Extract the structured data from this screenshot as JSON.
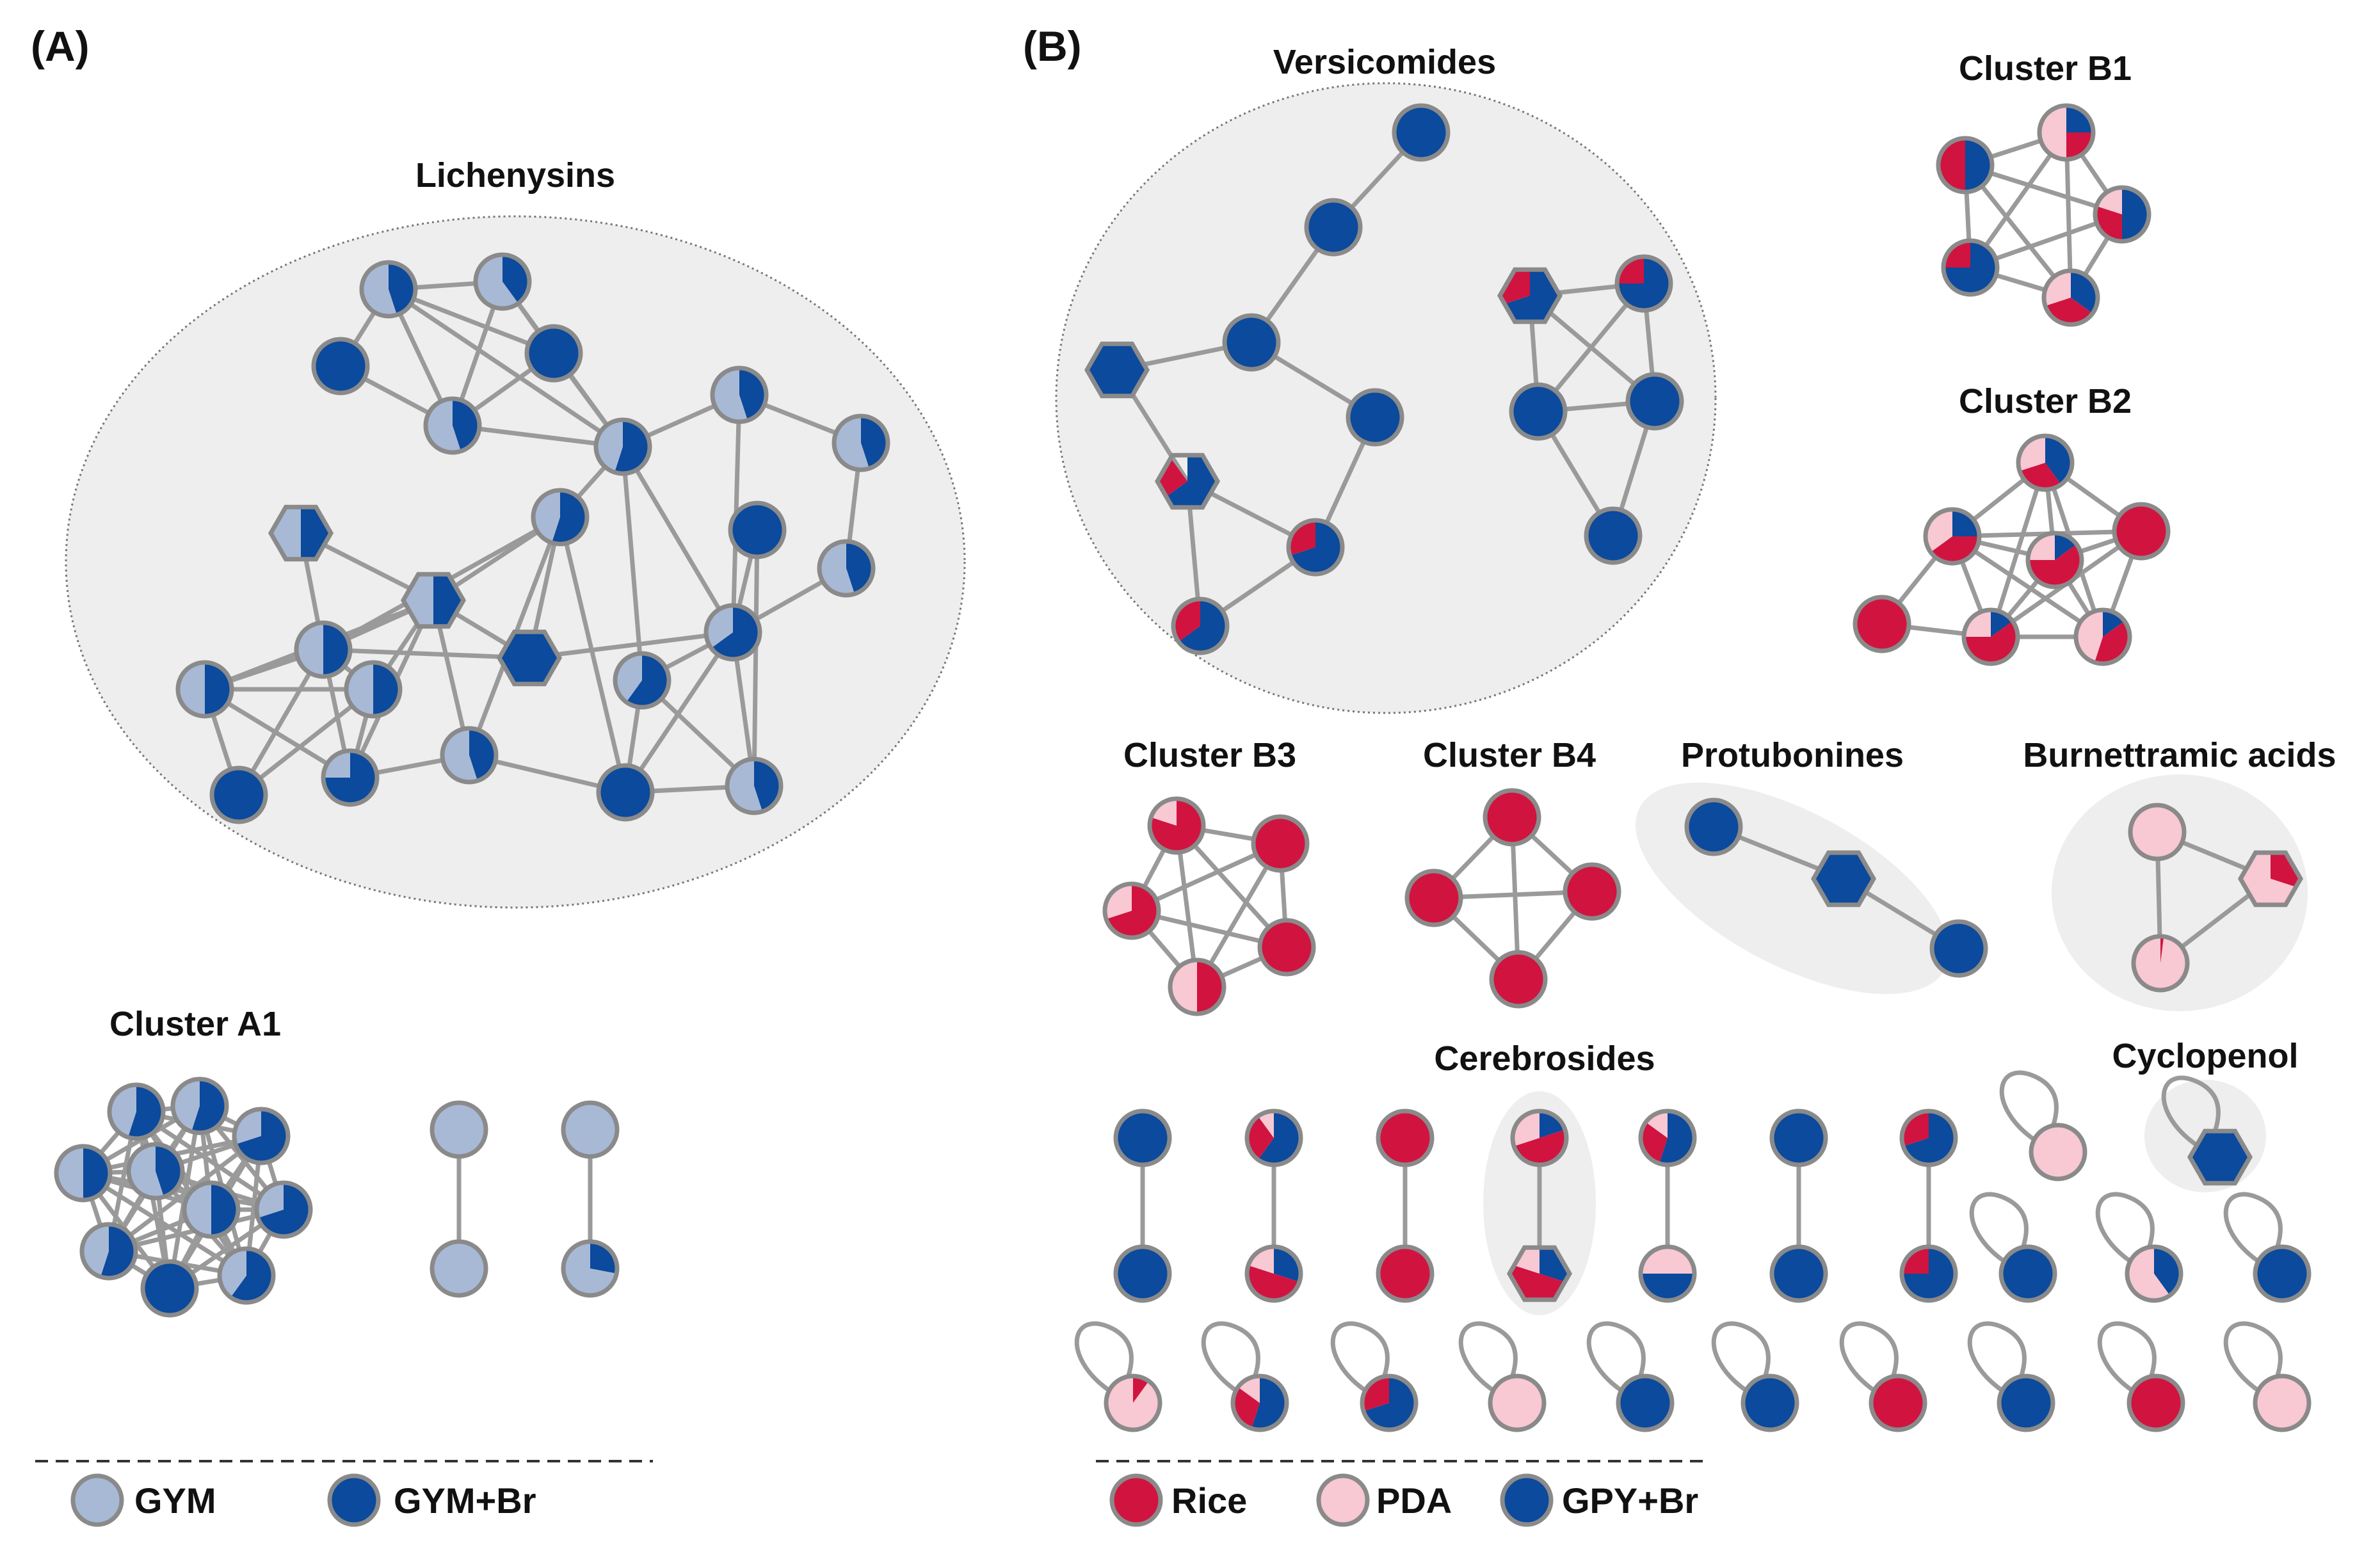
{
  "panels": {
    "a": {
      "label": "(A)"
    },
    "b": {
      "label": "(B)"
    }
  },
  "clusters": {
    "lichenysins": "Lichenysins",
    "a1": "Cluster A1",
    "versicomides": "Versicomides",
    "b1": "Cluster B1",
    "b2": "Cluster B2",
    "b3": "Cluster B3",
    "b4": "Cluster B4",
    "protubonines": "Protubonines",
    "burnettramic": "Burnettramic acids",
    "cerebrosides": "Cerebrosides",
    "cyclopenol": "Cyclopenol"
  },
  "legend_a": [
    {
      "key": "gym",
      "label": "GYM",
      "color": "#a8b9d6"
    },
    {
      "key": "gymbr",
      "label": "GYM+Br",
      "color": "#0b4a9c"
    }
  ],
  "legend_b": [
    {
      "key": "rice",
      "label": "Rice",
      "color": "#d0143f"
    },
    {
      "key": "pda",
      "label": "PDA",
      "color": "#f8c8d3"
    },
    {
      "key": "gpybr",
      "label": "GPY+Br",
      "color": "#0b4a9c"
    }
  ],
  "colors": {
    "node_border": "#8a8a8a",
    "edge": "#9a9a9a",
    "cluster_bg": "#eeeeee"
  }
}
